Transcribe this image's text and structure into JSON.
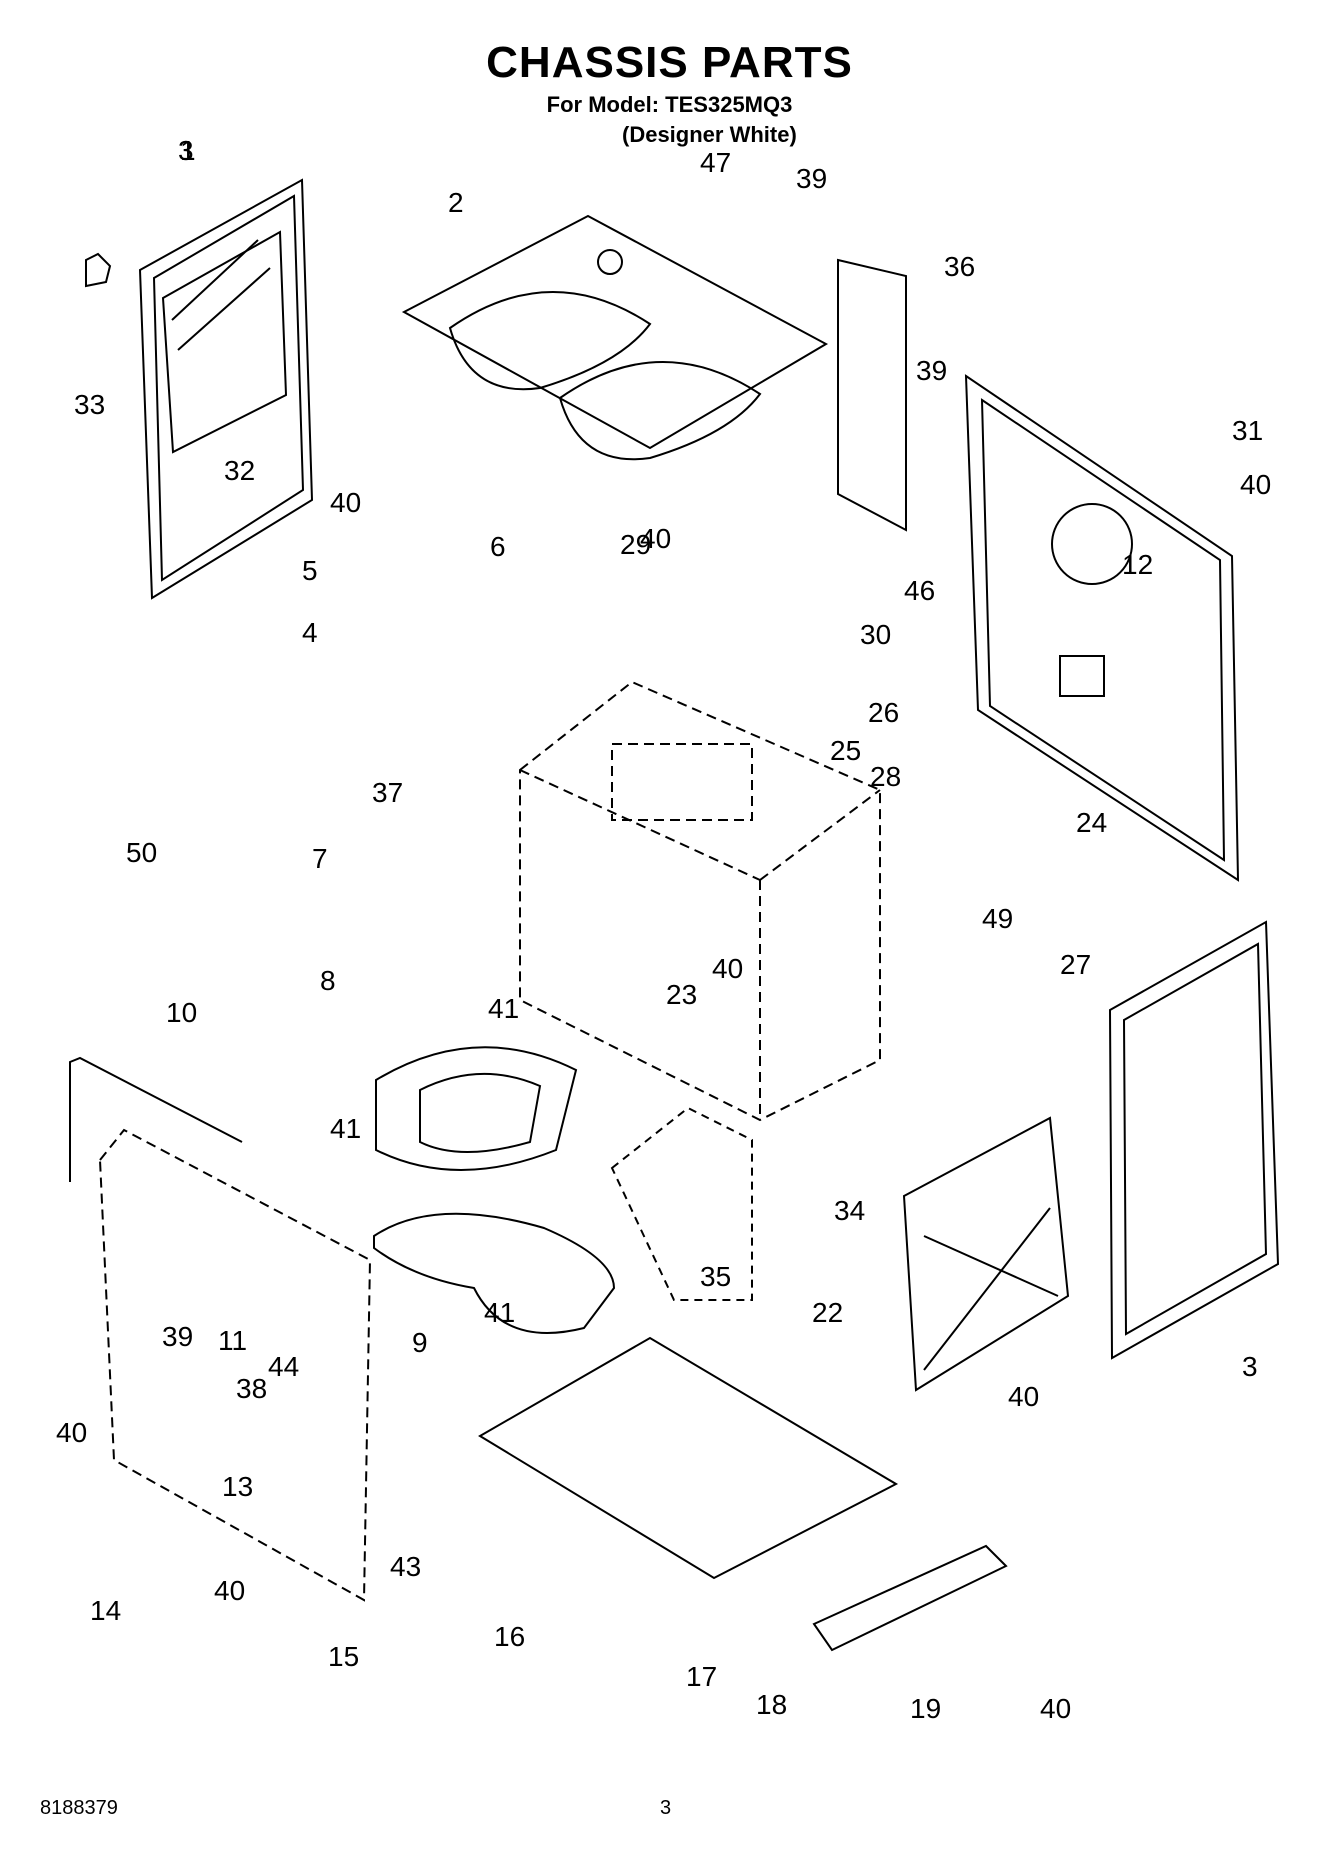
{
  "header": {
    "title": "CHASSIS PARTS",
    "model_line": "For Model: TES325MQ3",
    "color_line": "(Designer White)"
  },
  "footer": {
    "doc_number": "8188379",
    "page_number": "3"
  },
  "callouts": [
    "1",
    "2",
    "3",
    "33",
    "32",
    "47",
    "39",
    "36",
    "39",
    "31",
    "40",
    "40",
    "6",
    "40",
    "29",
    "30",
    "46",
    "12",
    "5",
    "4",
    "26",
    "25",
    "28",
    "24",
    "50",
    "37",
    "7",
    "23",
    "40",
    "49",
    "27",
    "8",
    "41",
    "10",
    "41",
    "34",
    "35",
    "9",
    "41",
    "39",
    "11",
    "44",
    "22",
    "40",
    "3",
    "38",
    "40",
    "13",
    "43",
    "40",
    "14",
    "15",
    "16",
    "17",
    "18",
    "19",
    "40"
  ]
}
